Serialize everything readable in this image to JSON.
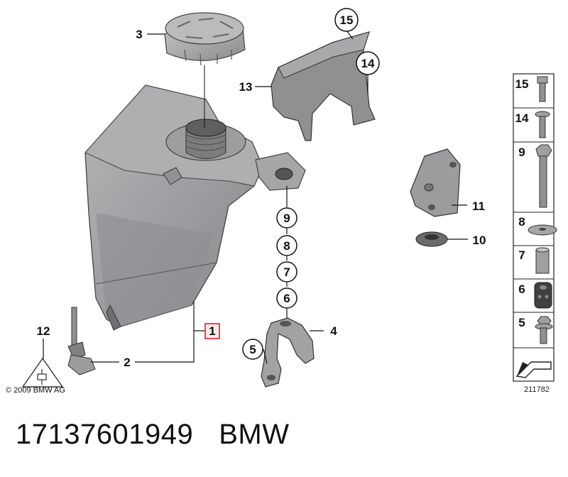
{
  "callouts": {
    "c1": "1",
    "c2": "2",
    "c3": "3",
    "c4": "4",
    "c5": "5",
    "c6": "6",
    "c7": "7",
    "c8": "8",
    "c9": "9",
    "c10": "10",
    "c11": "11",
    "c12": "12",
    "c13": "13",
    "c14": "14",
    "c15": "15"
  },
  "side_panel": {
    "items": [
      "15",
      "14",
      "9",
      "8",
      "7",
      "6",
      "5"
    ]
  },
  "copyright": "© 2009 BMW AG",
  "drawing_number": "211782",
  "caption": {
    "part_number": "17137601949",
    "brand": "BMW"
  },
  "colors": {
    "part_fill": "#9ea0a2",
    "part_dark": "#6e7072",
    "highlight_box": "#d9262c"
  }
}
